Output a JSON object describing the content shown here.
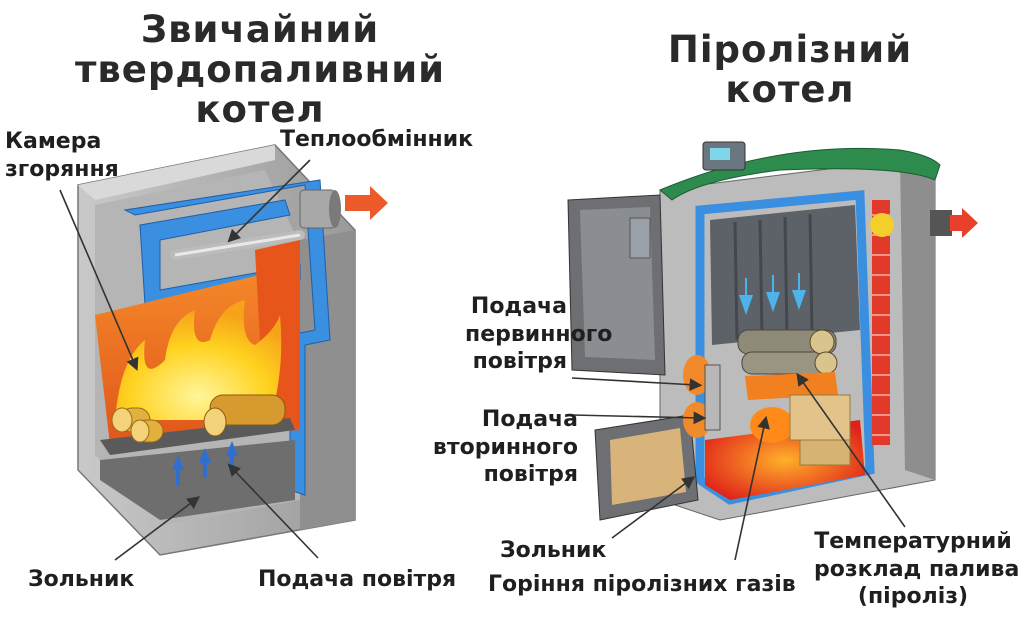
{
  "left": {
    "title_lines": [
      "Звичайний",
      "твердопаливний котел"
    ],
    "labels": {
      "combustion_chamber": [
        "Камера",
        "згоряння"
      ],
      "heat_exchanger": "Теплообмінник",
      "ash_pan": "Зольник",
      "air_supply": "Подача повітря"
    }
  },
  "right": {
    "title": "Піролізний котел",
    "labels": {
      "primary_air": [
        "Подача",
        "первинного",
        "повітря"
      ],
      "secondary_air": [
        "Подача",
        "вторинного",
        "повітря"
      ],
      "ash_pan": "Зольник",
      "pyrolysis_gas_burning": "Горіння піролізних газів",
      "temperature_decomposition": [
        "Температурний",
        "розклад палива",
        "(піроліз)"
      ]
    }
  },
  "colors": {
    "water_jacket": "#3b8fe0",
    "fire_orange": "#f06a1e",
    "flame_yellow": "#ffd21f",
    "wall_gray": "#9c9c9c",
    "arrow_red": "#e8402a",
    "lid_green": "#2e8b4e"
  }
}
